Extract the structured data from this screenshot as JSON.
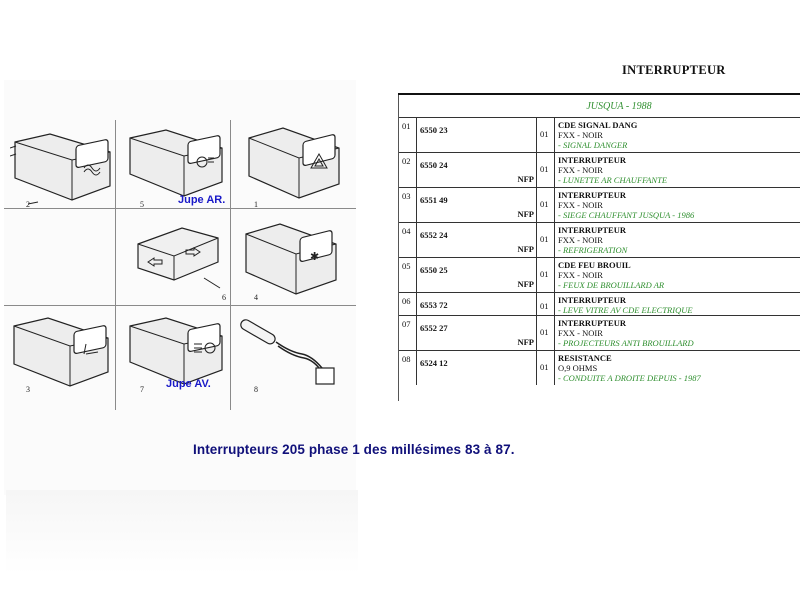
{
  "illustration": {
    "cells": [
      {
        "number": "2"
      },
      {
        "number": "5"
      },
      {
        "number": "1"
      },
      {
        "number": "6"
      },
      {
        "number": "4"
      },
      {
        "number": "3"
      },
      {
        "number": "7"
      },
      {
        "number": "8"
      }
    ],
    "labels": {
      "rear": "Jupe AR.",
      "front": "Jupe AV."
    }
  },
  "table": {
    "title": "INTERRUPTEUR",
    "period": "JUSQUA - 1988",
    "rows": [
      {
        "num": "01",
        "ref": "6550 23",
        "nfp": "",
        "qty": "01",
        "title": "CDE SIGNAL DANG",
        "line2": "FXX - NOIR",
        "sub": "- SIGNAL DANGER"
      },
      {
        "num": "02",
        "ref": "6550 24",
        "nfp": "NFP",
        "qty": "01",
        "title": "INTERRUPTEUR",
        "line2": "FXX - NOIR",
        "sub": "- LUNETTE AR CHAUFFANTE"
      },
      {
        "num": "03",
        "ref": "6551 49",
        "nfp": "NFP",
        "qty": "01",
        "title": "INTERRUPTEUR",
        "line2": "FXX - NOIR",
        "sub": "- SIEGE CHAUFFANT JUSQUA - 1986"
      },
      {
        "num": "04",
        "ref": "6552 24",
        "nfp": "NFP",
        "qty": "01",
        "title": "INTERRUPTEUR",
        "line2": "FXX - NOIR",
        "sub": "- REFRIGERATION"
      },
      {
        "num": "05",
        "ref": "6550 25",
        "nfp": "NFP",
        "qty": "01",
        "title": "CDE FEU BROUIL",
        "line2": "FXX - NOIR",
        "sub": "- FEUX DE BROUILLARD AR"
      },
      {
        "num": "06",
        "ref": "6553 72",
        "nfp": "",
        "qty": "01",
        "title": "INTERRUPTEUR",
        "line2": "",
        "sub": "- LEVE VITRE AV CDE ELECTRIQUE"
      },
      {
        "num": "07",
        "ref": "6552 27",
        "nfp": "NFP",
        "qty": "01",
        "title": "INTERRUPTEUR",
        "line2": "FXX - NOIR",
        "sub": "- PROJECTEURS ANTI BROUILLARD"
      },
      {
        "num": "08",
        "ref": "6524 12",
        "nfp": "",
        "qty": "01",
        "title": "RESISTANCE",
        "line2": "O,9 OHMS",
        "sub": "- CONDUITE A DROITE DEPUIS - 1987"
      }
    ]
  },
  "caption": "Interrupteurs 205 phase 1 des millésimes 83 à 87.",
  "colors": {
    "caption": "#10107a",
    "jupe_labels": "#1919c8",
    "subtext": "#2f8f2f"
  }
}
